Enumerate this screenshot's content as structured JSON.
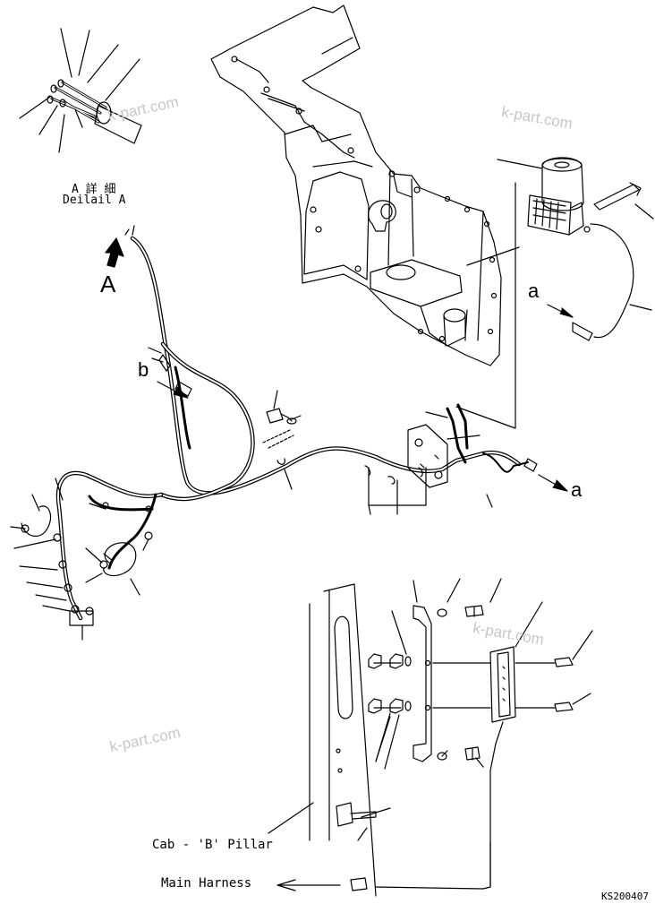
{
  "detail": {
    "jp": "A 詳 細",
    "en": "Deilail A"
  },
  "refs": {
    "A": "A",
    "a_upper": "a",
    "a_lower": "a",
    "b": "b"
  },
  "callouts": {
    "cab_pillar": "Cab - 'B' Pillar",
    "main_harness": "Main Harness"
  },
  "watermark": "k-part.com",
  "figure_code": "KS200407",
  "colors": {
    "line": "#000000",
    "watermark": "#c8c8c8",
    "background": "#ffffff"
  }
}
